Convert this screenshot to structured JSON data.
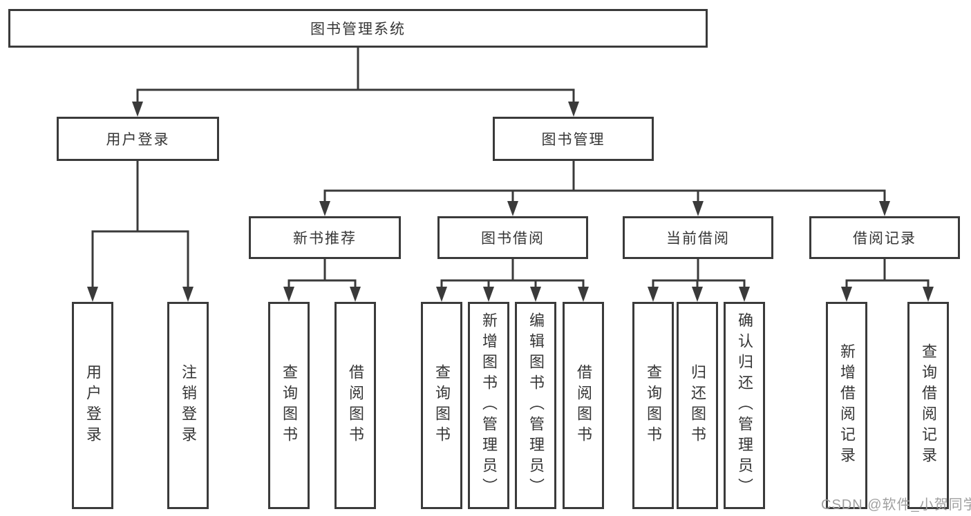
{
  "diagram": {
    "type": "hierarchy-tree",
    "title": "图书管理系统"
  },
  "nodes": {
    "root": {
      "label": "图书管理系统",
      "level": 1
    },
    "user_login": {
      "label": "用户登录",
      "level": 2
    },
    "book_mgmt": {
      "label": "图书管理",
      "level": 2
    },
    "new_book_rec": {
      "label": "新书推荐",
      "level": 3
    },
    "book_borrow": {
      "label": "图书借阅",
      "level": 3
    },
    "current_borrow": {
      "label": "当前借阅",
      "level": 3
    },
    "borrow_record": {
      "label": "借阅记录",
      "level": 3
    },
    "leaf_user_login": {
      "label": "用户登录",
      "level": 4
    },
    "leaf_logout": {
      "label": "注销登录",
      "level": 4
    },
    "leaf_nb_query": {
      "label": "查询图书",
      "level": 4
    },
    "leaf_nb_borrow": {
      "label": "借阅图书",
      "level": 4
    },
    "leaf_bb_query": {
      "label": "查询图书",
      "level": 4
    },
    "leaf_bb_add": {
      "label": "新增图书（管理员）",
      "level": 4
    },
    "leaf_bb_edit": {
      "label": "编辑图书（管理员）",
      "level": 4
    },
    "leaf_bb_borrow": {
      "label": "借阅图书",
      "level": 4
    },
    "leaf_cb_query": {
      "label": "查询图书",
      "level": 4
    },
    "leaf_cb_return": {
      "label": "归还图书",
      "level": 4
    },
    "leaf_cb_confirm": {
      "label": "确认归还（管理员）",
      "level": 4
    },
    "leaf_br_add": {
      "label": "新增借阅记录",
      "level": 4
    },
    "leaf_br_query": {
      "label": "查询借阅记录",
      "level": 4
    }
  },
  "edges": [
    [
      "root",
      "user_login"
    ],
    [
      "root",
      "book_mgmt"
    ],
    [
      "user_login",
      "leaf_user_login"
    ],
    [
      "user_login",
      "leaf_logout"
    ],
    [
      "book_mgmt",
      "new_book_rec"
    ],
    [
      "book_mgmt",
      "book_borrow"
    ],
    [
      "book_mgmt",
      "current_borrow"
    ],
    [
      "book_mgmt",
      "borrow_record"
    ],
    [
      "new_book_rec",
      "leaf_nb_query"
    ],
    [
      "new_book_rec",
      "leaf_nb_borrow"
    ],
    [
      "book_borrow",
      "leaf_bb_query"
    ],
    [
      "book_borrow",
      "leaf_bb_add"
    ],
    [
      "book_borrow",
      "leaf_bb_edit"
    ],
    [
      "book_borrow",
      "leaf_bb_borrow"
    ],
    [
      "current_borrow",
      "leaf_cb_query"
    ],
    [
      "current_borrow",
      "leaf_cb_return"
    ],
    [
      "current_borrow",
      "leaf_cb_confirm"
    ],
    [
      "borrow_record",
      "leaf_br_add"
    ],
    [
      "borrow_record",
      "leaf_br_query"
    ]
  ],
  "watermark": {
    "text": "CSDN @软件_小贺同学",
    "color": "#9f9f9f"
  },
  "colors": {
    "background": "#ffffff",
    "box_border": "#3a3a3a",
    "line": "#3a3a3a",
    "text": "#363636"
  }
}
